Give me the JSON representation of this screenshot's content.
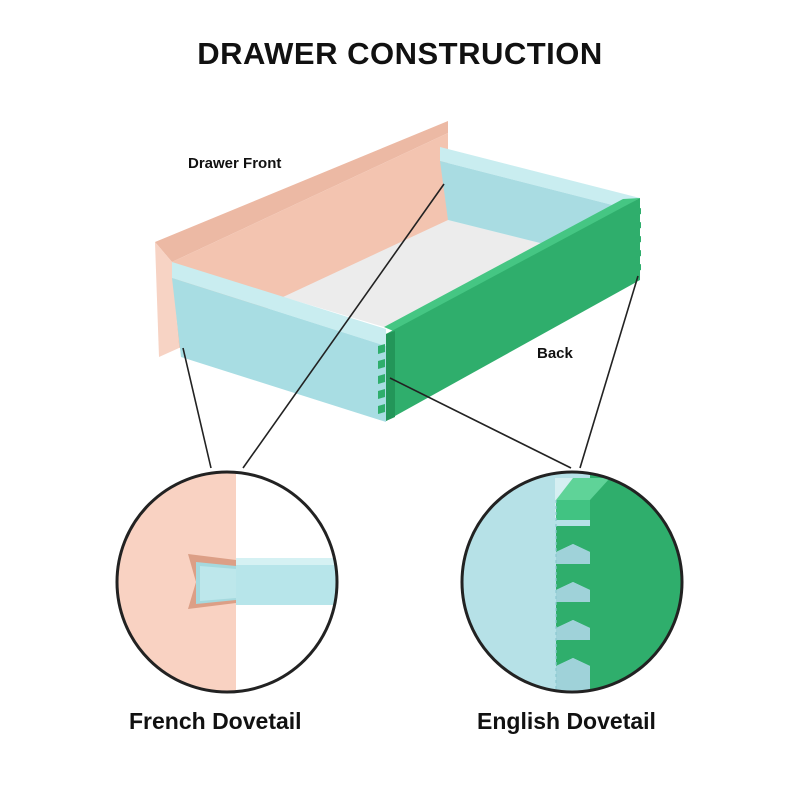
{
  "title": "DRAWER CONSTRUCTION",
  "labels": {
    "drawer_front": "Drawer Front",
    "back": "Back",
    "french": "French Dovetail",
    "english": "English Dovetail"
  },
  "colors": {
    "front_peach": "#f3c8b5",
    "front_peach_dark": "#e3ab94",
    "side_blue": "#b2e3e8",
    "side_blue_light": "#cdeef0",
    "back_green": "#2fae6c",
    "back_green_dark": "#23925a",
    "floor": "#eeeeee",
    "outline": "#222222"
  }
}
